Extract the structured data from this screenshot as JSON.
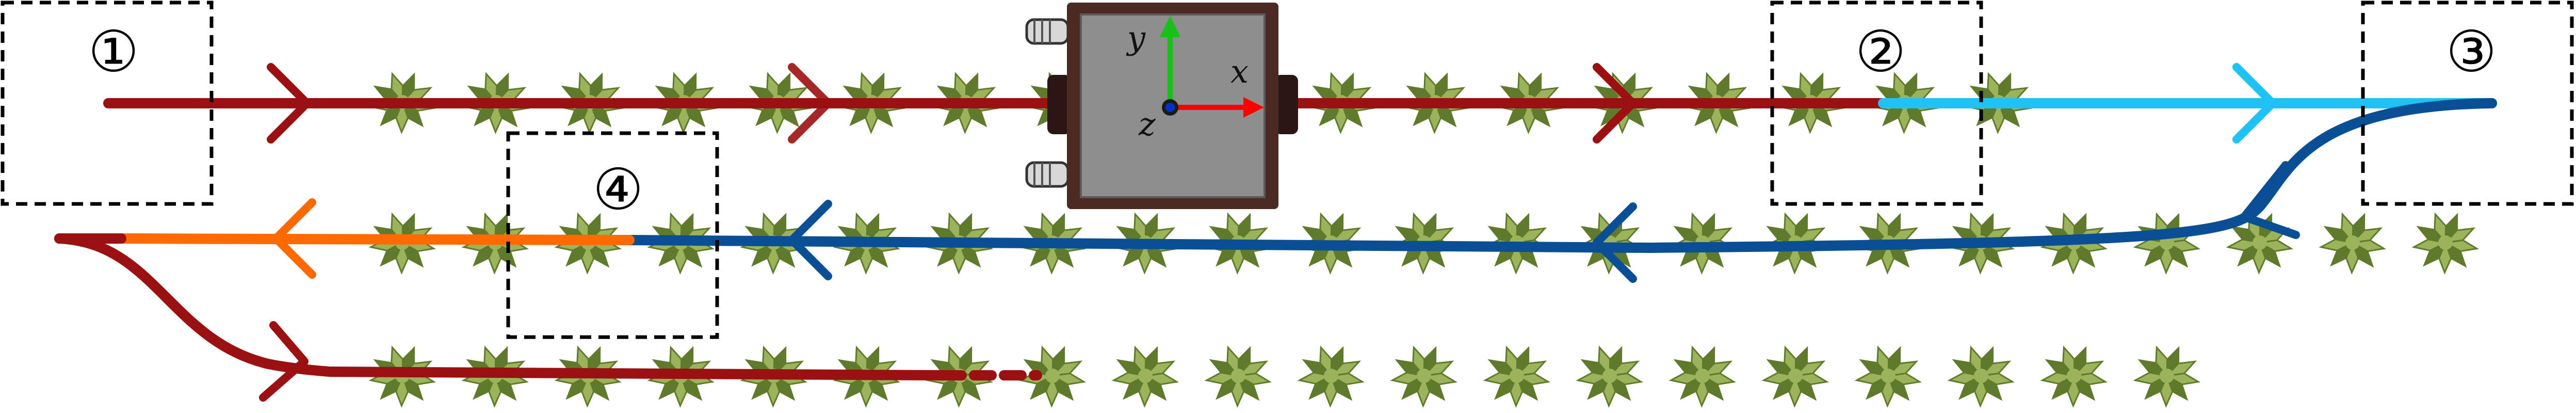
{
  "colors": {
    "dark_red": "#9b1010",
    "dark_blue": "#0a4f96",
    "light_blue": "#1ec2f3",
    "orange": "#ff6a00",
    "plant_light": "#9bb35a",
    "plant_dark": "#5f7a2a",
    "robot_body": "#4a2a22",
    "robot_top": "#8e8e8e",
    "axis_x": "#ff0000",
    "axis_y": "#18c018",
    "axis_z": "#0033cc",
    "box_border": "#000000"
  },
  "regions": [
    {
      "label": "①"
    },
    {
      "label": "②"
    },
    {
      "label": "③"
    },
    {
      "label": "④"
    }
  ],
  "robot": {
    "axes": {
      "x": "x",
      "y": "y",
      "z": "z"
    }
  },
  "rows": {
    "row1_plants": 18,
    "row2_plants": 23,
    "row3_plants": 20
  }
}
